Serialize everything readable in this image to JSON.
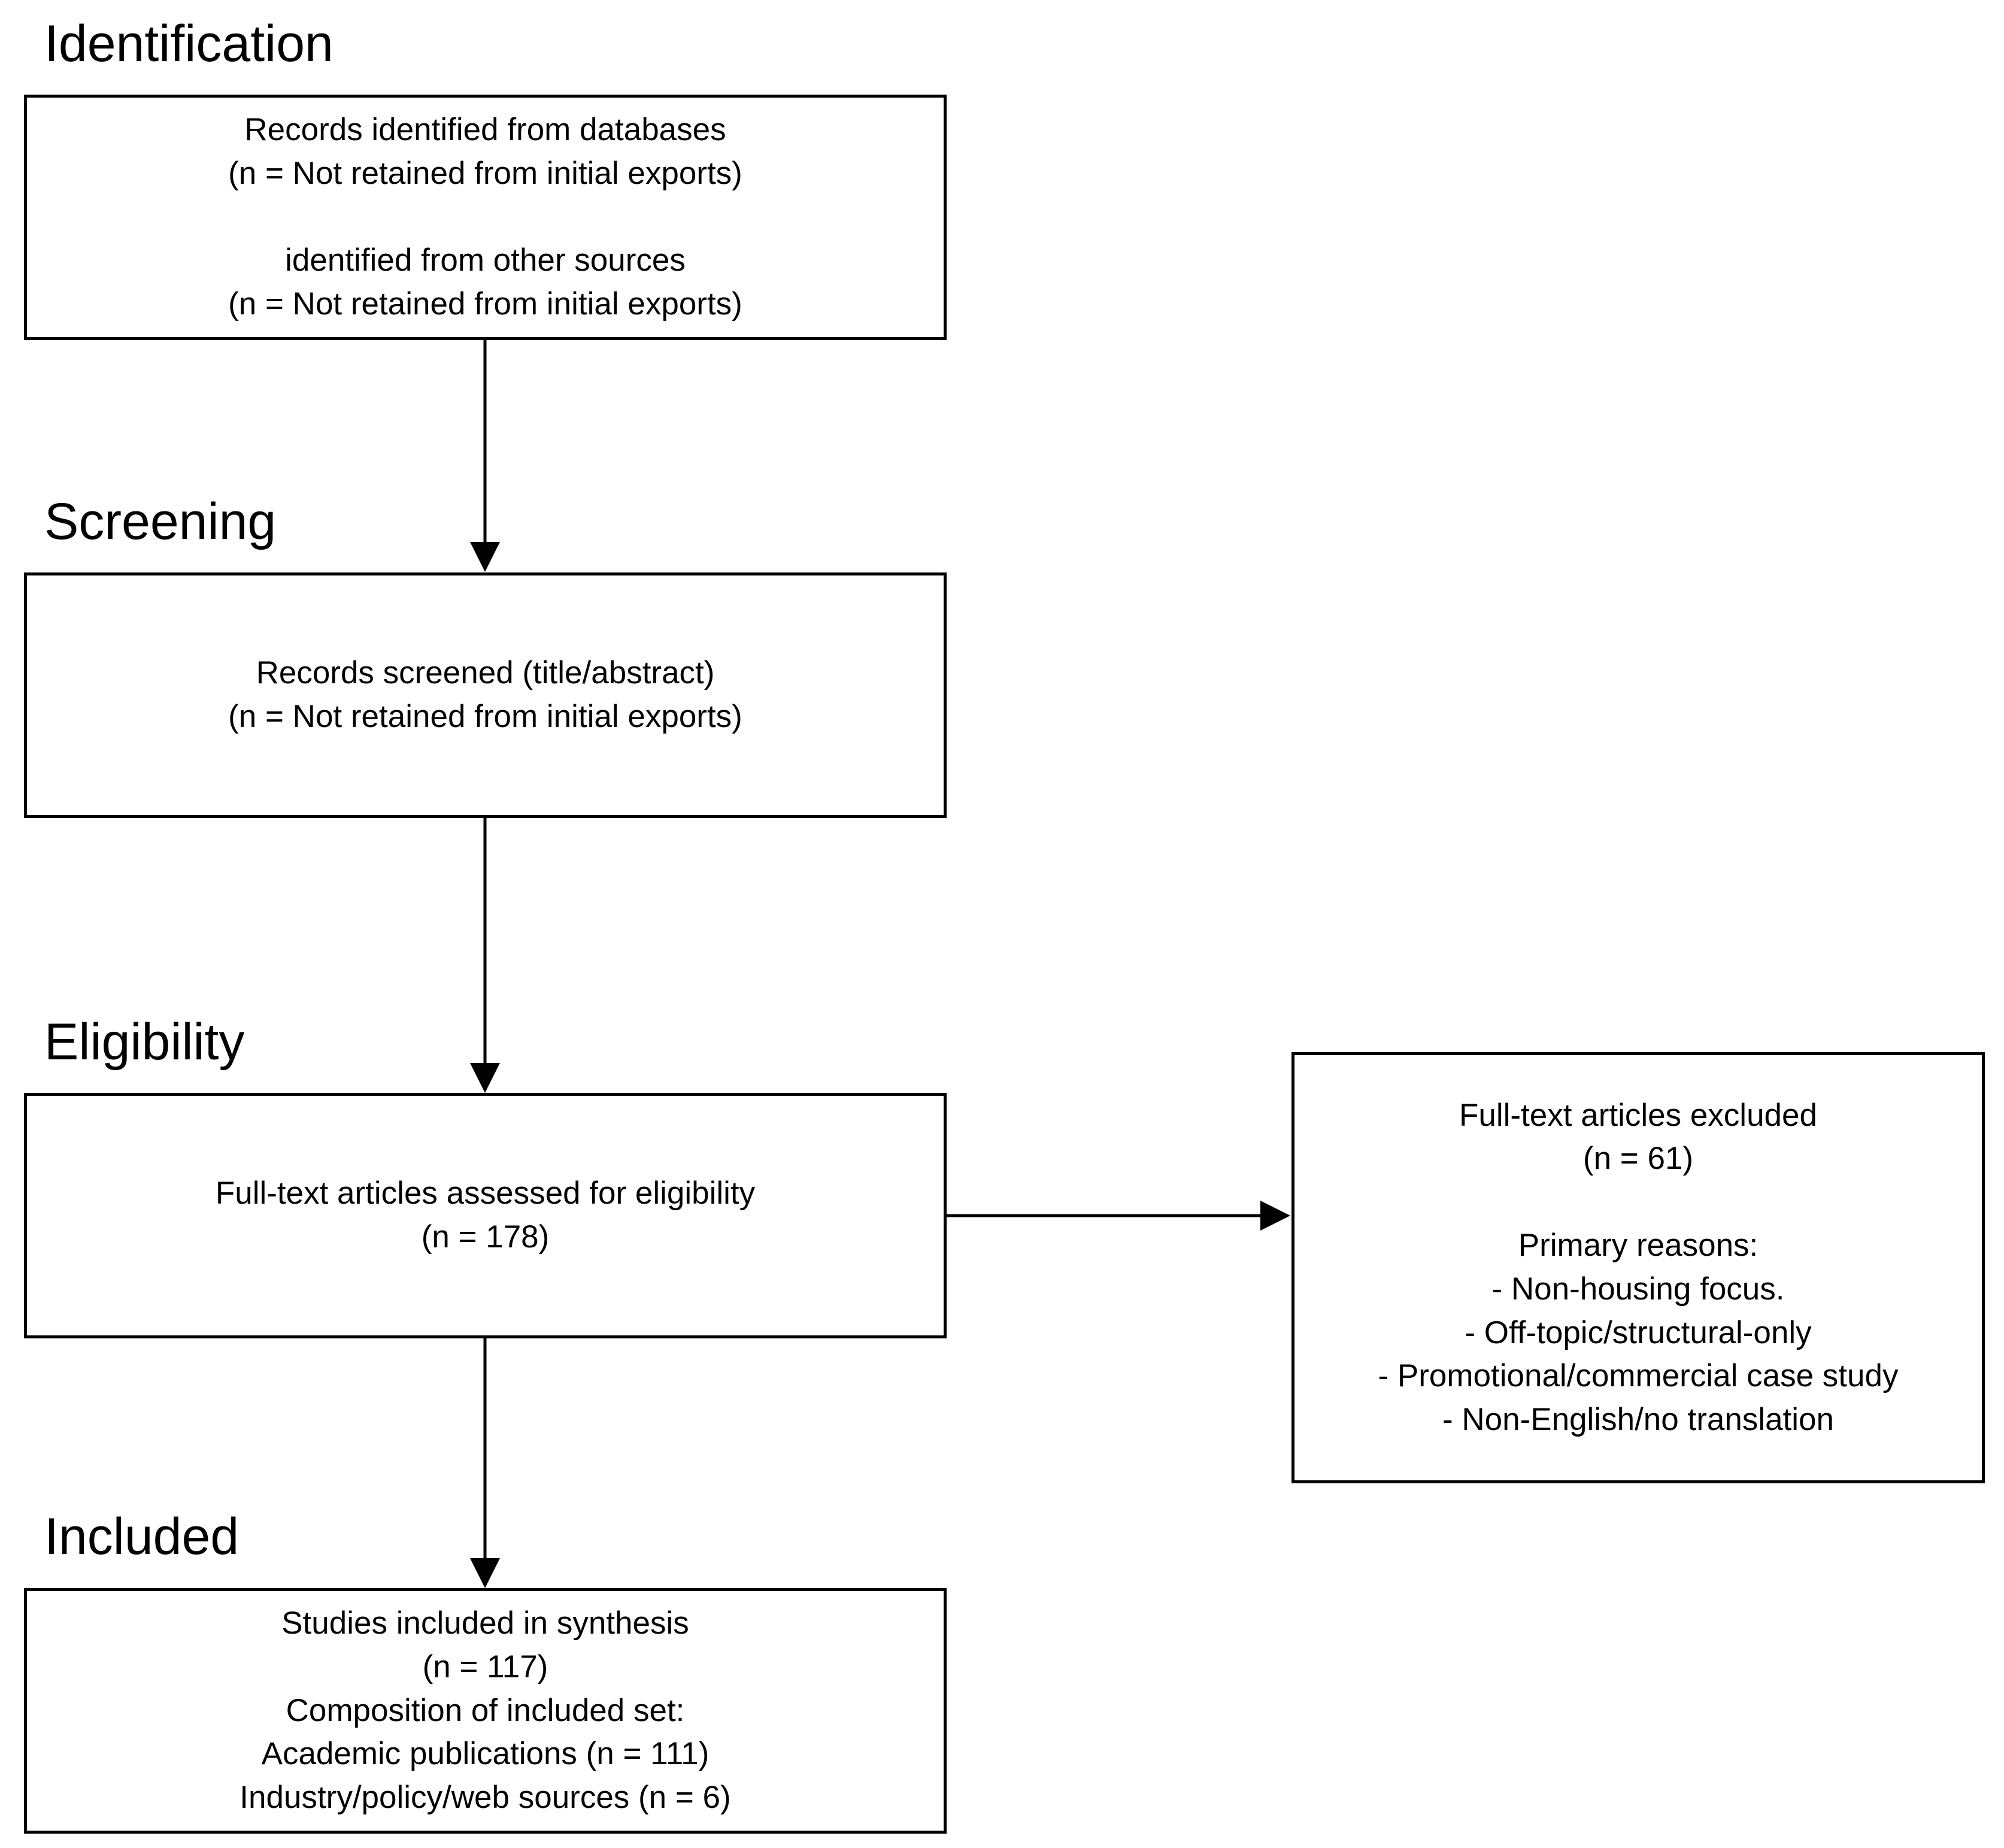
{
  "stages": {
    "identification": "Identification",
    "screening": "Screening",
    "eligibility": "Eligibility",
    "included": "Included"
  },
  "boxes": {
    "identified": {
      "lines": [
        "Records identified from databases",
        "(n = Not retained from initial exports)",
        "",
        "identified from other sources",
        "(n = Not retained from initial exports)"
      ]
    },
    "screened": {
      "lines": [
        "Records screened (title/abstract)",
        "(n = Not retained from initial exports)"
      ]
    },
    "assessed": {
      "lines": [
        "Full-text articles assessed for eligibility",
        "(n = 178)"
      ]
    },
    "excluded": {
      "lines": [
        "Full-text articles excluded",
        "(n = 61)",
        "",
        "Primary reasons:",
        "- Non-housing focus.",
        "- Off-topic/structural-only",
        "- Promotional/commercial case study",
        "- Non-English/no translation"
      ]
    },
    "included": {
      "lines": [
        "Studies included in synthesis",
        "(n = 117)",
        "Composition of included set:",
        "Academic publications (n = 111)",
        "Industry/policy/web sources (n = 6)"
      ]
    }
  }
}
